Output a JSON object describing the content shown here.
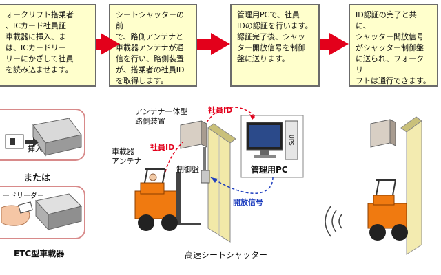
{
  "steps": [
    {
      "text": "ォークリフト搭乗者\n、ICカード社員証\n車載器に挿入、ま\nは、ICカードリー\nリーにかざして社員\nを読み込ませます。"
    },
    {
      "text": "シートシャッターの前\nで、路側アンテナと\n車載器アンテナが通\n信を行い、路側装置\nが、搭乗者の社員ID\nを取得します。"
    },
    {
      "text": "管理用PCで、社員\nIDの認証を行います。\n認証完了後、シャッ\nター開放信号を制御\n盤に送ります。"
    },
    {
      "text": "ID認証の完了と共に、\nシャッター開放信号\nがシャッター制御盤\nに送られ、フォークリ\nフトは通行できます。"
    }
  ],
  "left": {
    "insert_label": "挿入",
    "or_label": "または",
    "reader_label": "ードリーダー",
    "etc_label": "ETC型車載器"
  },
  "middle": {
    "roadside_label": "アンテナ一体型\n路側装置",
    "vehicle_antenna_label": "車載器\nアンテナ",
    "control_panel_label": "制御盤",
    "employee_id_1": "社員ID",
    "employee_id_2": "社員ID",
    "open_signal_label": "開放信号",
    "pc_label": "管理用PC",
    "ups_label": "UPS",
    "shutter_label": "高速シートシャッター"
  },
  "colors": {
    "box_fill": "#ffffcc",
    "arrow": "#e3001b",
    "forklift": "#f07a10",
    "signal_red": "#e3001b",
    "signal_blue": "#1f3fbf"
  }
}
